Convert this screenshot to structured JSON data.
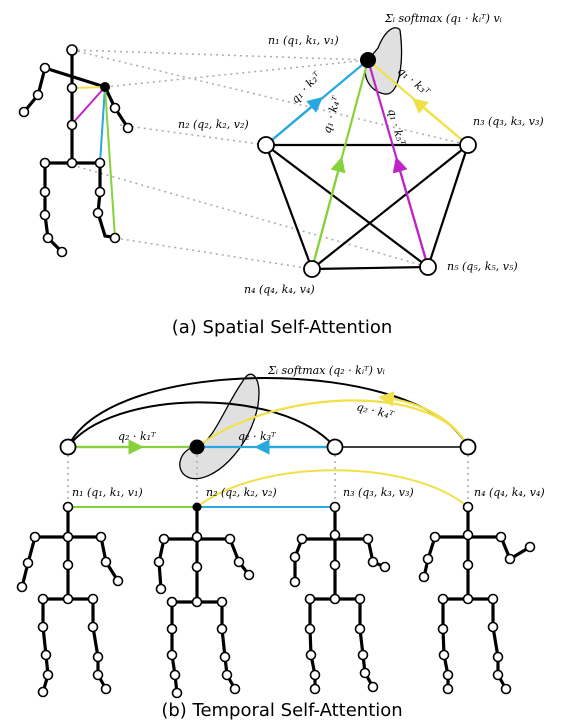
{
  "spatial": {
    "caption": "(a) Spatial Self-Attention",
    "softmax": "Σᵢ softmax (q₁ · kᵢᵀ) vᵢ",
    "nodes": [
      {
        "id": "n1",
        "label": "n₁ (q₁, k₁, v₁)"
      },
      {
        "id": "n2",
        "label": "n₂ (q₂, k₂, v₂)"
      },
      {
        "id": "n3",
        "label": "n₃ (q₃, k₃, v₃)"
      },
      {
        "id": "n4",
        "label": "n₄ (q₄, k₄, v₄)"
      },
      {
        "id": "n5",
        "label": "n₅ (q₅, k₅, v₅)"
      }
    ],
    "edges": {
      "k2": "q₁ · k₂ᵀ",
      "k3": "q₁ · k₃ᵀ",
      "k4": "q₁ · k₄ᵀ",
      "k5": "q₁ · k₅ᵀ"
    },
    "colors": {
      "k2": "#29a8e0",
      "k3": "#f2e04a",
      "k4": "#86d23a",
      "k5": "#c024c9"
    }
  },
  "temporal": {
    "caption": "(b) Temporal Self-Attention",
    "softmax": "Σᵢ softmax (q₂ · kᵢᵀ) vᵢ",
    "nodes": [
      {
        "id": "n1",
        "label": "n₁ (q₁, k₁, v₁)"
      },
      {
        "id": "n2",
        "label": "n₂ (q₂, k₂, v₂)"
      },
      {
        "id": "n3",
        "label": "n₃ (q₃, k₃, v₃)"
      },
      {
        "id": "n4",
        "label": "n₄ (q₄, k₄, v₄)"
      }
    ],
    "edges": {
      "k1": "q₂ · k₁ᵀ",
      "k3": "q₂ · k₃ᵀ",
      "k4": "q₂ · k₄ᵀ"
    },
    "colors": {
      "k1": "#86d23a",
      "k3": "#29a8e0",
      "k4": "#f2e04a"
    }
  }
}
